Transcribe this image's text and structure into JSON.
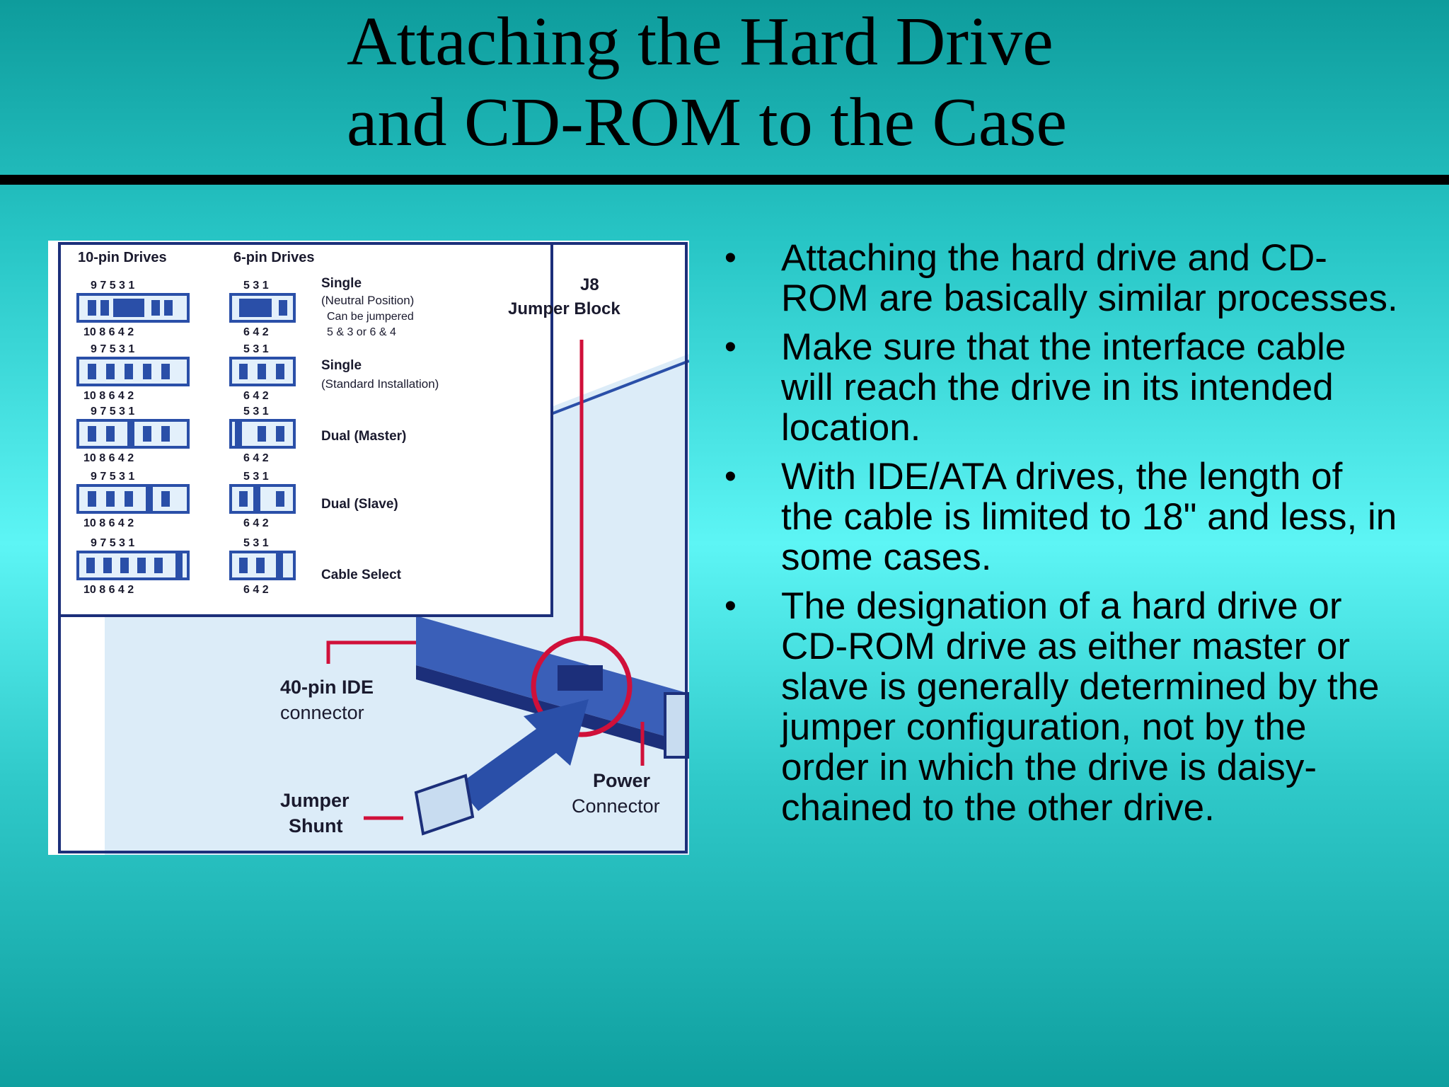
{
  "slide": {
    "title_line_1": "Attaching the Hard Drive",
    "title_line_2": "and CD-ROM to the Case"
  },
  "figure": {
    "headers": {
      "ten_pin": "10-pin Drives",
      "six_pin": "6-pin Drives"
    },
    "pin_labels": {
      "ten_top": "9 7 5 3 1",
      "ten_bottom": "10 8 6 4 2",
      "six_top": "5 3 1",
      "six_bottom": "6 4 2"
    },
    "configs": {
      "single_neutral_1": "Single",
      "single_neutral_2": "(Neutral Position)",
      "single_neutral_3": "Can be jumpered",
      "single_neutral_4": "5 & 3 or 6 & 4",
      "single_standard_1": "Single",
      "single_standard_2": "(Standard Installation)",
      "dual_master": "Dual (Master)",
      "dual_slave": "Dual (Slave)",
      "cable_select": "Cable Select"
    },
    "callouts": {
      "j8_1": "J8",
      "j8_2": "Jumper Block",
      "ide_1": "40-pin IDE",
      "ide_2": "connector",
      "power_1": "Power",
      "power_2": "Connector",
      "shunt_1": "Jumper",
      "shunt_2": "Shunt"
    },
    "colors": {
      "frame": "#1c2f7a",
      "callout": "#d0103a",
      "pin_fill": "#2a4fa8",
      "drive_fill": "#e3f0fb"
    }
  },
  "bullets": [
    "Attaching the hard drive and CD-ROM are basically similar processes.",
    "Make sure that the interface cable will reach the drive in its intended location.",
    "With IDE/ATA drives, the length of the cable is limited to 18\" and less, in some cases.",
    "The designation of a hard drive or CD-ROM drive as either master or slave is generally determined by the jumper configuration, not by the order in which the drive is daisy-chained to the other drive."
  ],
  "bullet_symbol": "•"
}
